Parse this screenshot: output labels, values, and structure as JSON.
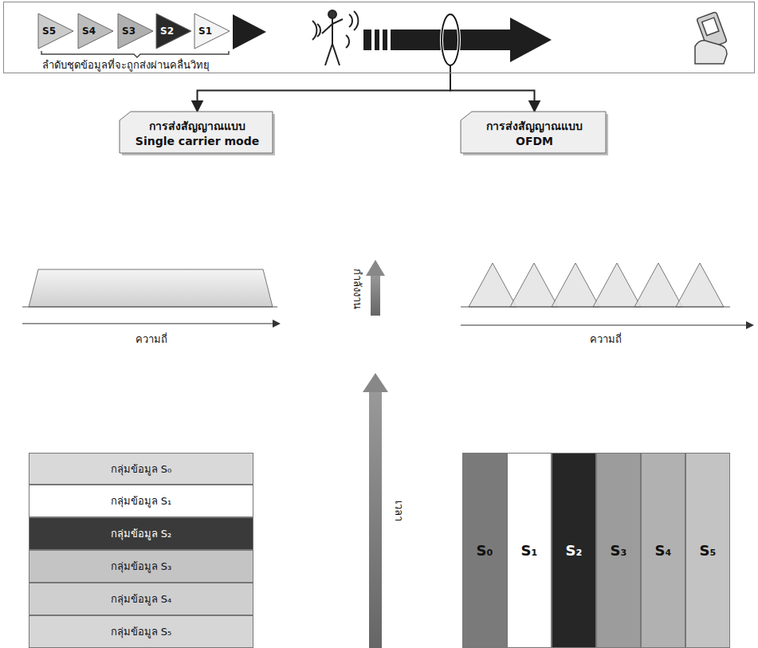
{
  "diagram": {
    "nodes": [
      {
        "text": [
          "ลำดับชุดข้อมูลที่จะถูกส่งผ่านคลื่นวิทยุ"
        ]
      },
      {
        "text": [
          "S5"
        ],
        "in": 0
      },
      {
        "text": [
          "S4"
        ],
        "in": 0
      },
      {
        "text": [
          "S3"
        ],
        "in": 0
      },
      {
        "text": [
          "S2"
        ],
        "in": 0
      },
      {
        "text": [
          "S1"
        ],
        "in": 0
      },
      {
        "text": [
          "การส่งสัญญาณแบบ Single carrier mode"
        ]
      },
      {
        "text": [
          "การส่งสัญญาณแบบ OFDM"
        ]
      },
      {
        "text": [
          "กลุ่มข้อมูล S₀"
        ]
      },
      {
        "text": [
          "กลุ่มข้อมูล S₁"
        ]
      },
      {
        "text": [
          "กลุ่มข้อมูล S₂"
        ]
      },
      {
        "text": [
          "กลุ่มข้อมูล S₃"
        ]
      },
      {
        "text": [
          "กลุ่มข้อมูล S₄"
        ]
      },
      {
        "text": [
          "กลุ่มข้อมูล S₅"
        ]
      },
      {
        "text": [
          "S₀"
        ]
      },
      {
        "text": [
          "S₁"
        ]
      },
      {
        "text": [
          "S₂"
        ]
      },
      {
        "text": [
          "S₃"
        ]
      },
      {
        "text": [
          "S₄"
        ]
      },
      {
        "text": [
          "S₅"
        ]
      }
    ],
    "edges": [
      {
        "from": 0,
        "to": 6,
        "arrow": "to"
      },
      {
        "from": 0,
        "to": 7,
        "arrow": "to"
      }
    ],
    "labels": [
      "ความถี่",
      "ความถี่",
      "กำลังงาน",
      "เวลา"
    ]
  }
}
